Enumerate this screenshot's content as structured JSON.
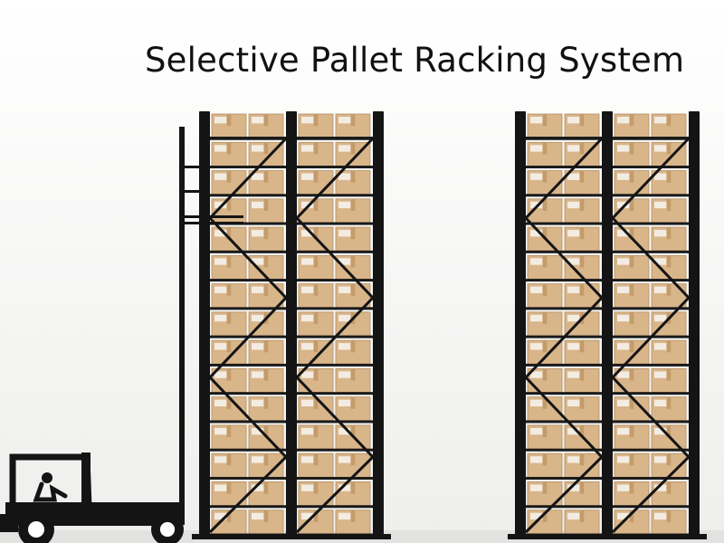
{
  "title": "Selective Pallet Racking System",
  "colors": {
    "background": "#ffffff",
    "floor_glow": "#f0f0ee",
    "frame": "#141414",
    "beam": "#1a1a1a",
    "carton": "#d9b58a",
    "carton_dark": "#b58e5e",
    "carton_tape": "#c49b6a",
    "label": "#f3ece2",
    "title_text": "#111111"
  },
  "racks": [
    {
      "name": "rack-left",
      "bays": 2,
      "levels": 15
    },
    {
      "name": "rack-right",
      "bays": 2,
      "levels": 15
    }
  ],
  "icons": {
    "vehicle": "forklift-icon",
    "operator": "driver-icon"
  }
}
